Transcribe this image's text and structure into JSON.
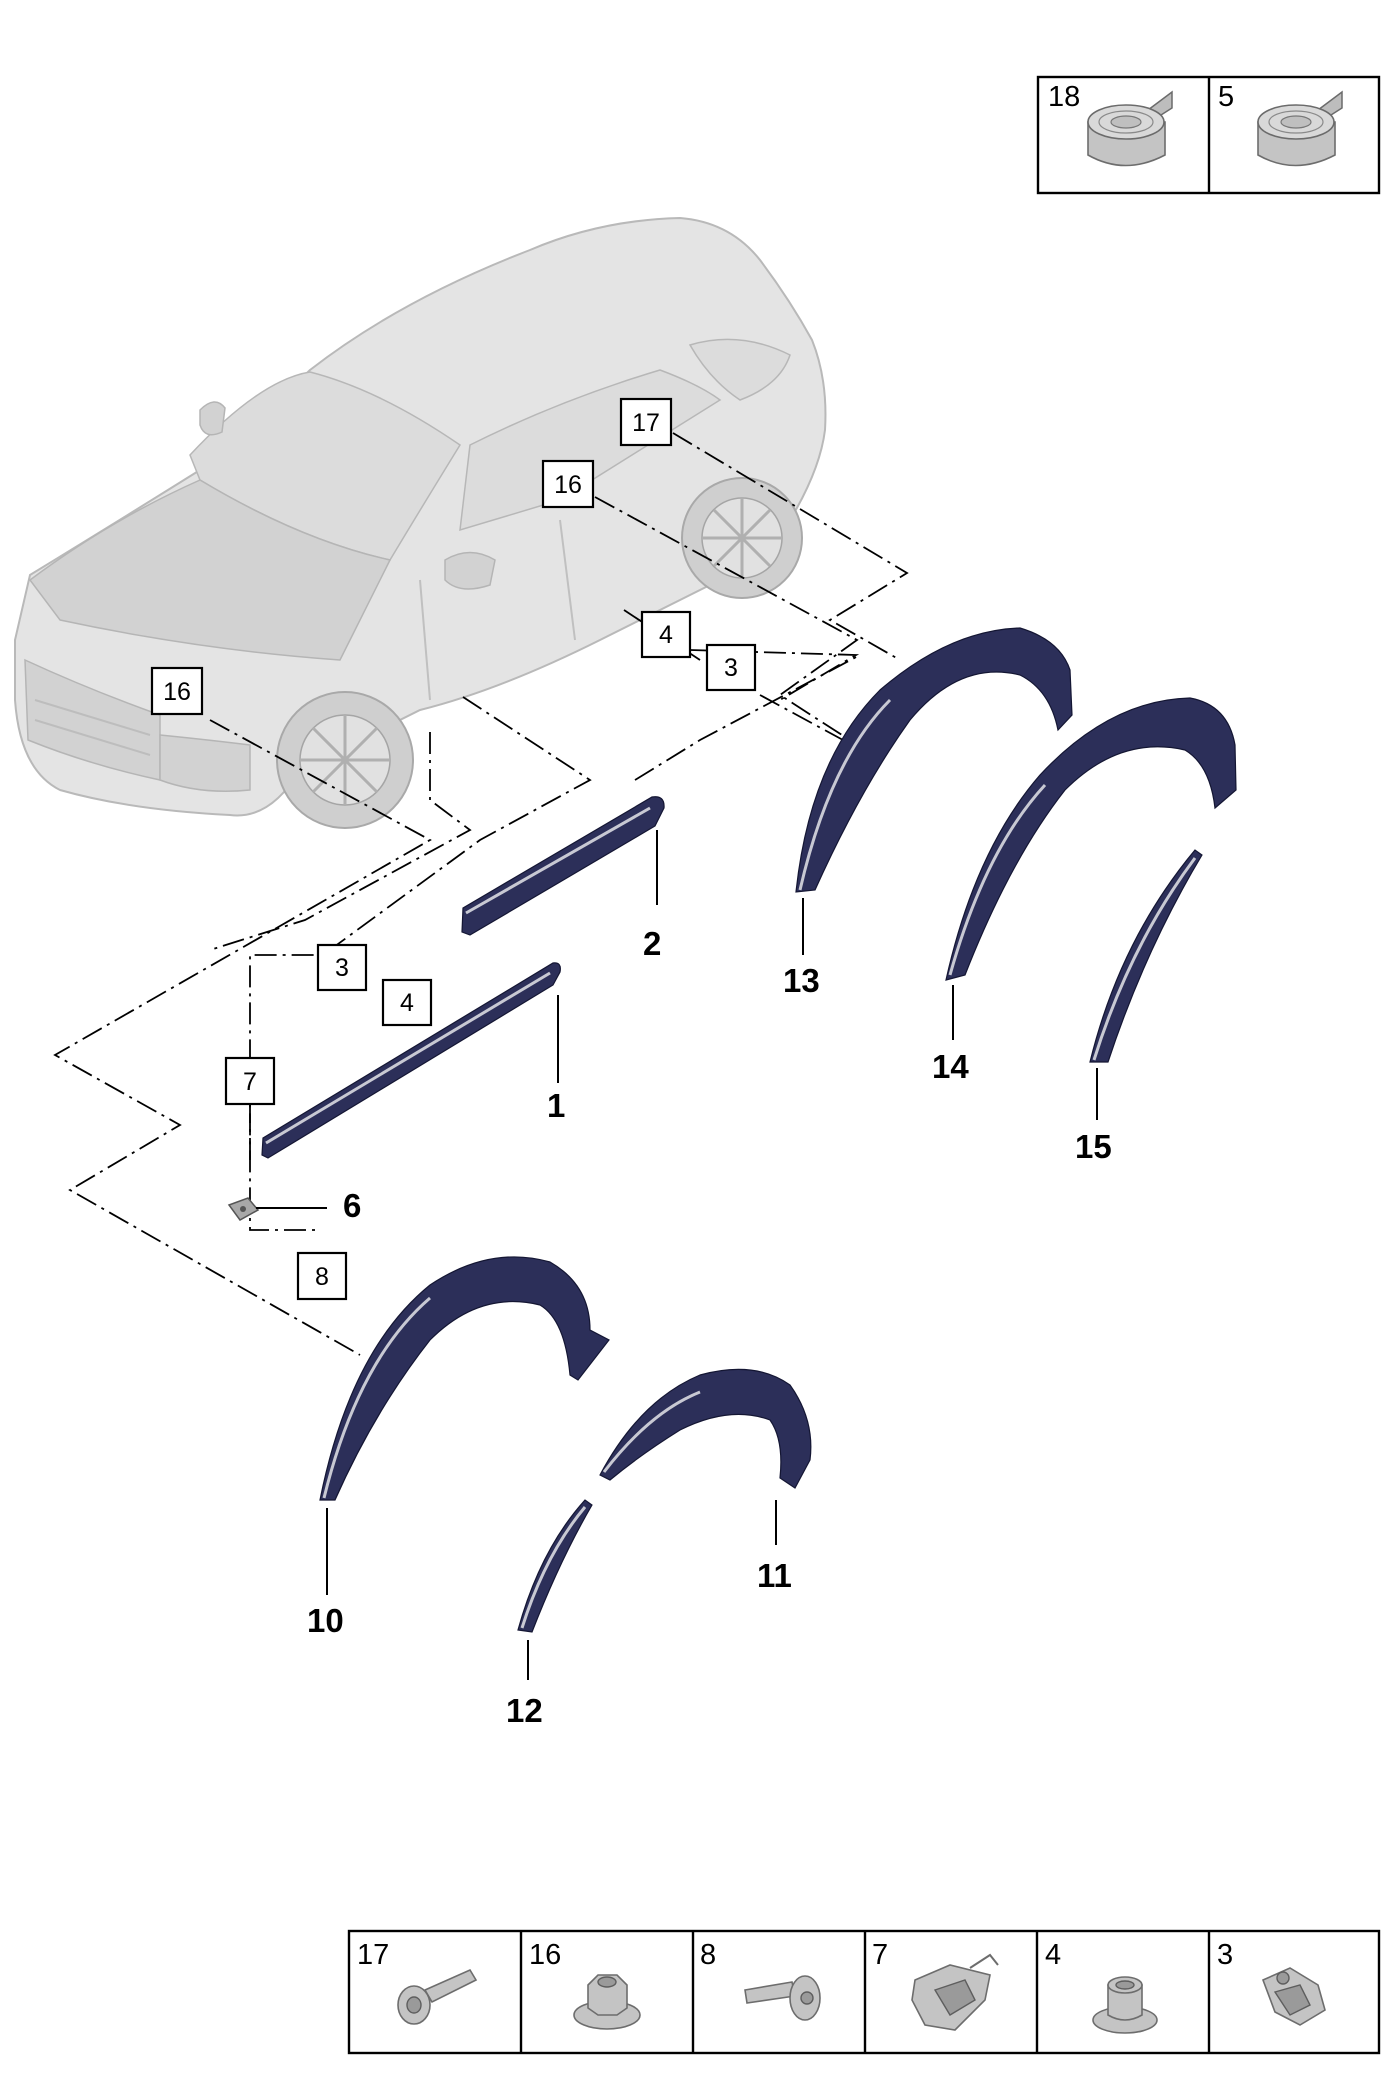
{
  "callouts": {
    "part_1": "1",
    "part_2": "2",
    "part_6": "6",
    "part_10": "10",
    "part_11": "11",
    "part_12": "12",
    "part_13": "13",
    "part_14": "14",
    "part_15": "15"
  },
  "boxed_refs": {
    "ref_17_top": "17",
    "ref_16_rear": "16",
    "ref_16_front": "16",
    "ref_4_upper": "4",
    "ref_3_upper": "3",
    "ref_3_lower": "3",
    "ref_4_lower": "4",
    "ref_7": "7",
    "ref_8": "8"
  },
  "top_tray": [
    {
      "number": "18",
      "icon": "adhesive-tape-roll-icon"
    },
    {
      "number": "5",
      "icon": "adhesive-tape-roll-icon"
    }
  ],
  "bottom_tray": [
    {
      "number": "17",
      "icon": "bolt-icon"
    },
    {
      "number": "16",
      "icon": "flange-nut-icon"
    },
    {
      "number": "8",
      "icon": "screw-icon"
    },
    {
      "number": "7",
      "icon": "clip-nut-icon"
    },
    {
      "number": "4",
      "icon": "spreader-sleeve-icon"
    },
    {
      "number": "3",
      "icon": "expanding-rivet-icon"
    }
  ]
}
